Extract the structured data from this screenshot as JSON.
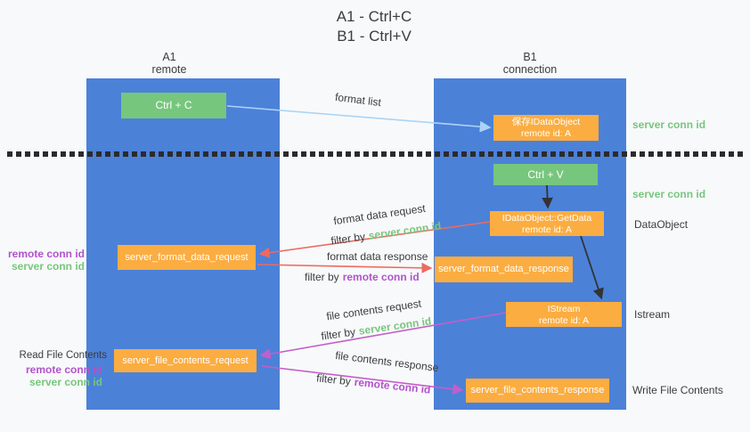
{
  "title": {
    "line1": "A1 - Ctrl+C",
    "line2": "B1 - Ctrl+V"
  },
  "lanes": {
    "a1": {
      "name": "A1",
      "role": "remote"
    },
    "b1": {
      "name": "B1",
      "role": "connection"
    }
  },
  "nodes": {
    "ctrl_c": {
      "label": "Ctrl + C"
    },
    "save_idataobject": {
      "line1": "保存IDataObject",
      "line2": "remote id: A"
    },
    "ctrl_v": {
      "label": "Ctrl + V"
    },
    "getdata": {
      "line1": "IDataObject::GetData",
      "line2": "remote id: A"
    },
    "format_request": {
      "label": "server_format_data_request"
    },
    "format_response": {
      "label": "server_format_data_response"
    },
    "istream": {
      "line1": "IStream",
      "line2": "remote id: A"
    },
    "file_request": {
      "label": "server_file_contents_request"
    },
    "file_response": {
      "label": "server_file_contents_response"
    }
  },
  "labels": {
    "server_conn_id": "server conn id",
    "remote_conn_id": "remote conn id",
    "dataobject": "DataObject",
    "istream": "Istream",
    "read_file_contents": "Read File Contents",
    "write_file_contents": "Write File Contents"
  },
  "arrow_labels": {
    "format_list": "format list",
    "format_data_request": "format data request",
    "format_data_response": "format data response",
    "file_contents_request": "file contents request",
    "file_contents_response": "file contents response",
    "filter_by": "filter by"
  },
  "colors": {
    "background": "#f8f9fa",
    "lane_blue": "#4c81d8",
    "node_green": "#77c67d",
    "node_orange": "#fbad41",
    "id_green_text": "#77c67d",
    "id_purple_text": "#b153cc",
    "arrow_red": "#ee6a60",
    "arrow_magenta": "#c45ec9",
    "arrow_lightblue": "#aad4f5",
    "arrow_black": "#333333",
    "divider_black": "#2b2b2b",
    "text_dark": "#3b3c3e"
  }
}
